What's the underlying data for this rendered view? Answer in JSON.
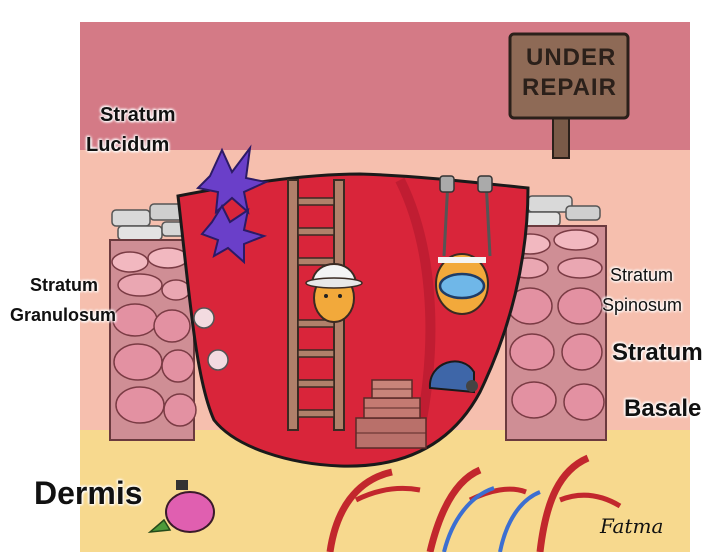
{
  "sign": {
    "line1": "UNDER",
    "line2": "REPAIR"
  },
  "labels": {
    "stratum_lucidum_1": "Stratum",
    "stratum_lucidum_2": "Lucidum",
    "stratum_granulosum_1": "Stratum",
    "stratum_granulosum_2": "Granulosum",
    "stratum_spinosum_1": "Stratum",
    "stratum_spinosum_2": "Spinosum",
    "stratum_basale_1": "Stratum",
    "stratum_basale_2": "Basale",
    "dermis": "Dermis"
  },
  "signature": "Fatma",
  "colors": {
    "top_layer": "#d47a86",
    "epidermis": "#f6bfae",
    "wound": "#d9253a",
    "dermis": "#f7d98e",
    "vessel_red": "#c2272d",
    "vessel_blue": "#3c6fd1",
    "cell_pink": "#e79aa8",
    "purple_cell": "#6a3fc9"
  }
}
